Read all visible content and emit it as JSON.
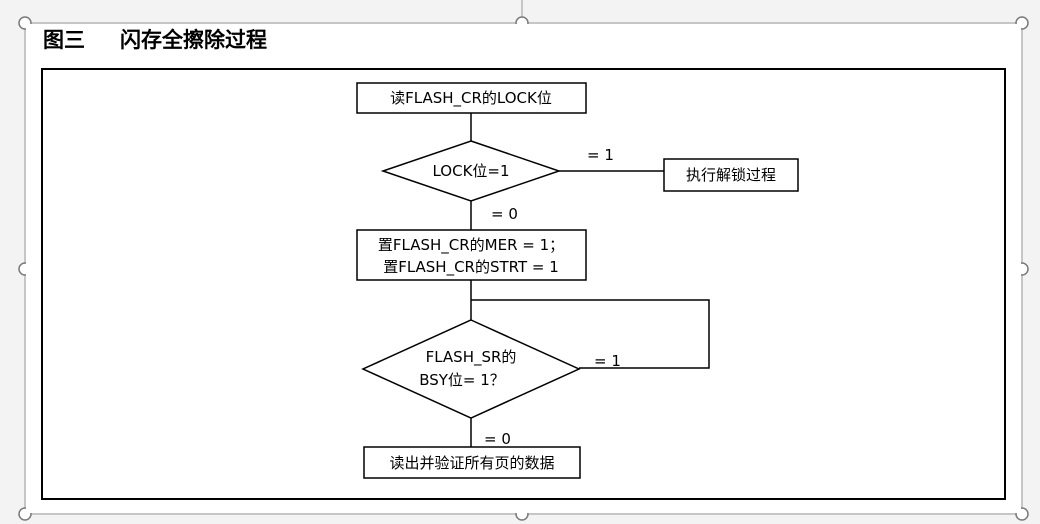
{
  "figure": {
    "label": "图三",
    "title": "闪存全擦除过程"
  },
  "nodes": {
    "read_lock": "读FLASH_CR的LOCK位",
    "check_lock": "LOCK位=1",
    "unlock": "执行解锁过程",
    "set_mer_1": "置FLASH_CR的MER = 1；",
    "set_mer_2": "置FLASH_CR的STRT = 1",
    "check_bsy_1": "FLASH_SR的",
    "check_bsy_2": "BSY位= 1？",
    "verify": "读出并验证所有页的数据"
  },
  "edges": {
    "lock_yes": "= 1",
    "lock_no": "= 0",
    "bsy_yes": "= 1",
    "bsy_no": "= 0"
  }
}
